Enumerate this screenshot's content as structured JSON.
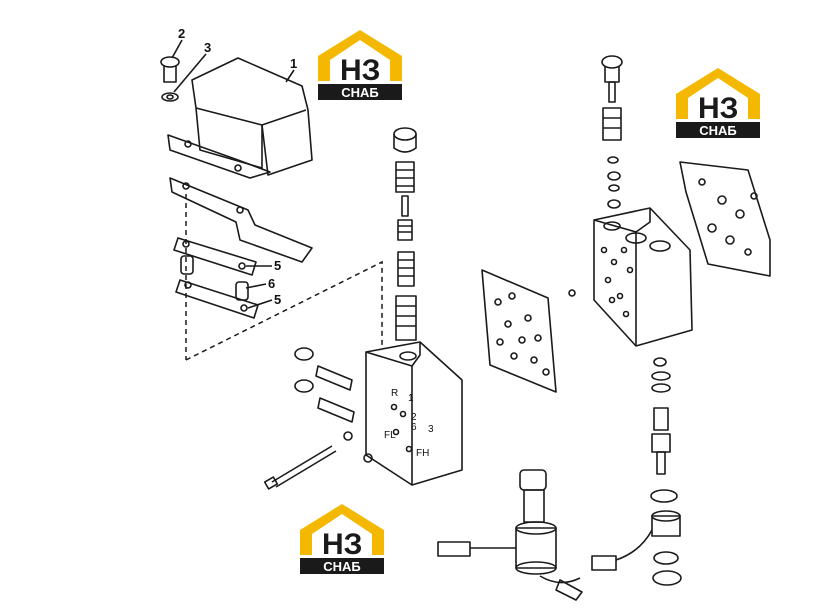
{
  "callouts": [
    "1",
    "2",
    "3",
    "5",
    "6",
    "5"
  ],
  "valve_body_marks": [
    "R",
    "1",
    "2",
    "6",
    "3",
    "FL",
    "FH"
  ],
  "logo": {
    "letters": "НЗ",
    "caption": "СНАБ",
    "colors": {
      "accent": "#f5b800",
      "dark": "#1a1a1a",
      "caption_bg": "#1a1a1a"
    }
  },
  "line_color": "#1a1a1a",
  "background": "#ffffff"
}
